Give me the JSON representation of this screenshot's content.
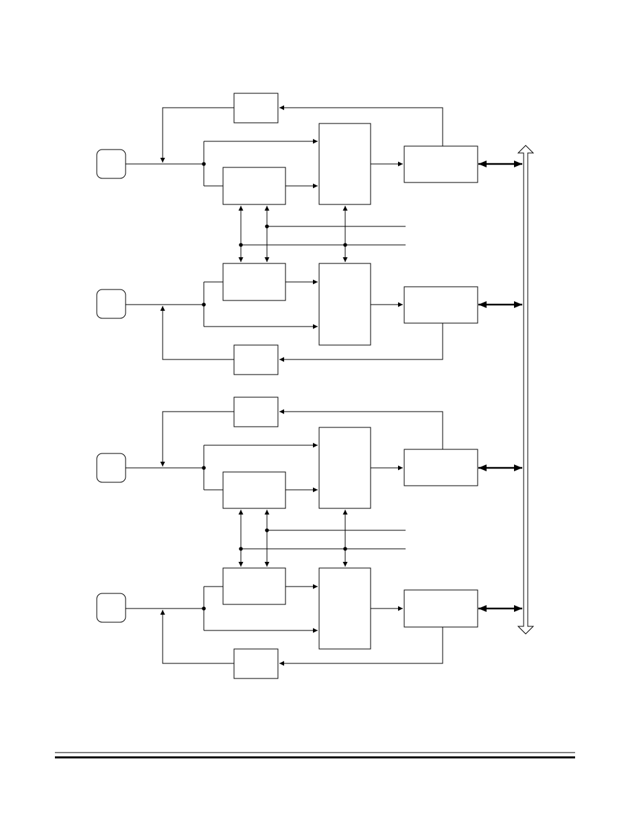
{
  "diagram": {
    "type": "block-diagram",
    "channel_count": 4,
    "line_color": "#000000",
    "background_color": "#ffffff",
    "channel_blocks": [
      "connector",
      "feedback-block",
      "front-end-block",
      "processor-block",
      "interface-block"
    ],
    "shared_bus": "bidirectional-system-bus",
    "labels": []
  }
}
